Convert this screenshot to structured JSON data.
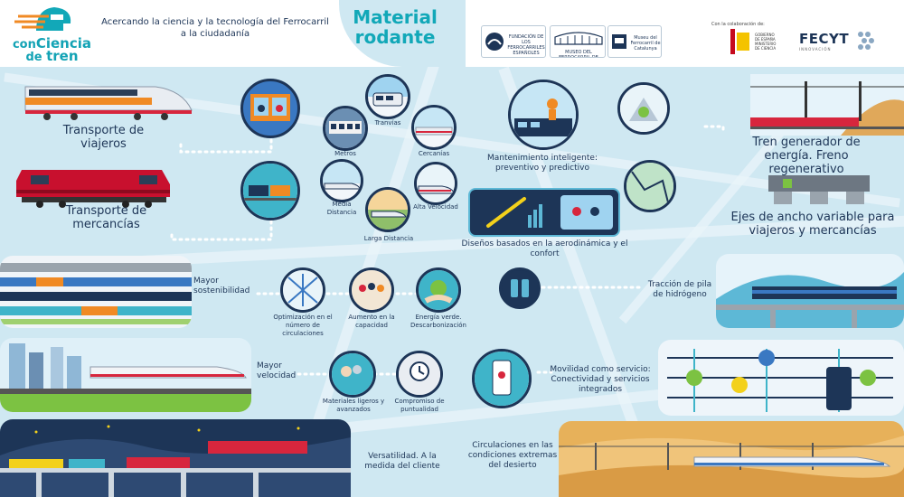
{
  "header": {
    "logo_line1": "con",
    "logo_line2": "Ciencia",
    "logo_line3": "de",
    "logo_line4": "tren",
    "tagline": "Acercando la ciencia y la tecnología del Ferrocarril a la ciudadanía",
    "title_line1": "Material",
    "title_line2": "rodante",
    "partner1_name": "FUNDACIÓN DE LOS FERROCARRILES ESPAÑOLES",
    "partner2_name": "MUSEO DEL FERROCARRIL DE MADRID",
    "partner3_name": "Museu del Ferrocarril de Catalunya",
    "collab_label": "Con la colaboración de:",
    "fecyt_name": "FECYT",
    "fecyt_sub": "INNOVACIÓN"
  },
  "labels": {
    "transporte_viajeros": "Transporte de viajeros",
    "transporte_mercancias": "Transporte de mercancías",
    "metros": "Metros",
    "tranvias": "Tranvías",
    "cercanias": "Cercanías",
    "media_distancia": "Media Distancia",
    "alta_velocidad": "Alta Velocidad",
    "larga_distancia": "Larga Distancia",
    "mantenimiento": "Mantenimiento inteligente: preventivo y predictivo",
    "disenos": "Diseños basados en la aerodinámica y el confort",
    "tren_generador": "Tren generador de energía. Freno regenerativo",
    "ejes": "Ejes de ancho variable para viajeros y mercancías",
    "mayor_sostenibilidad": "Mayor sostenibilidad",
    "optimizacion": "Optimización en el número de circulaciones",
    "aumento": "Aumento en la capacidad",
    "energia": "Energía verde. Descarbonización",
    "traccion": "Tracción de pila de hidrógeno",
    "mayor_velocidad": "Mayor velocidad",
    "materiales": "Materiales ligeros y avanzados",
    "compromiso": "Compromiso de puntualidad",
    "movilidad": "Movilidad como servicio: Conectividad y servicios integrados",
    "versatilidad": "Versatilidad. A la medida del cliente",
    "circulaciones": "Circulaciones en las condiciones extremas del desierto"
  },
  "colors": {
    "background": "#cfe8f2",
    "navy": "#1d3557",
    "teal": "#12a8b8",
    "train_red": "#d7263d",
    "train_orange": "#f08a24"
  }
}
